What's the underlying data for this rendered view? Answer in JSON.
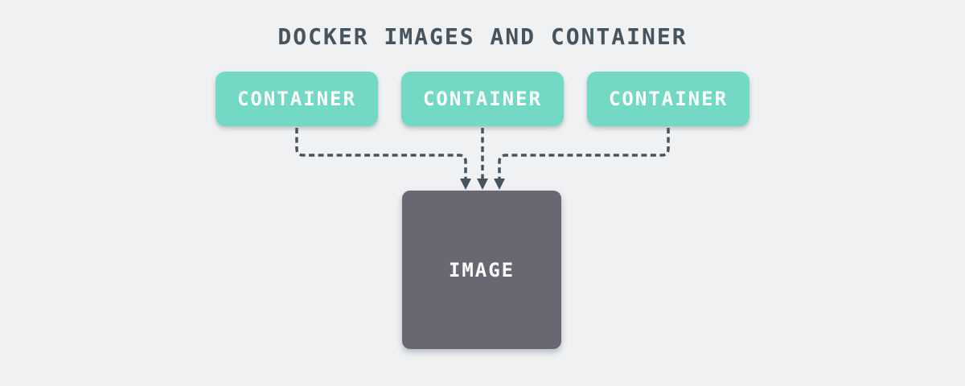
{
  "diagram": {
    "title": "DOCKER IMAGES AND CONTAINER",
    "containers": [
      {
        "label": "CONTAINER"
      },
      {
        "label": "CONTAINER"
      },
      {
        "label": "CONTAINER"
      }
    ],
    "image": {
      "label": "IMAGE"
    },
    "connections": [
      {
        "from": "container-1",
        "to": "image",
        "style": "dashed-arrow"
      },
      {
        "from": "container-2",
        "to": "image",
        "style": "dashed-arrow"
      },
      {
        "from": "container-3",
        "to": "image",
        "style": "dashed-arrow"
      }
    ],
    "colors": {
      "background": "#f0f1f3",
      "container_fill": "#73d9c5",
      "image_fill": "#6a6772",
      "arrow": "#47545e",
      "title_text": "#47545e",
      "box_text": "#ffffff"
    }
  }
}
